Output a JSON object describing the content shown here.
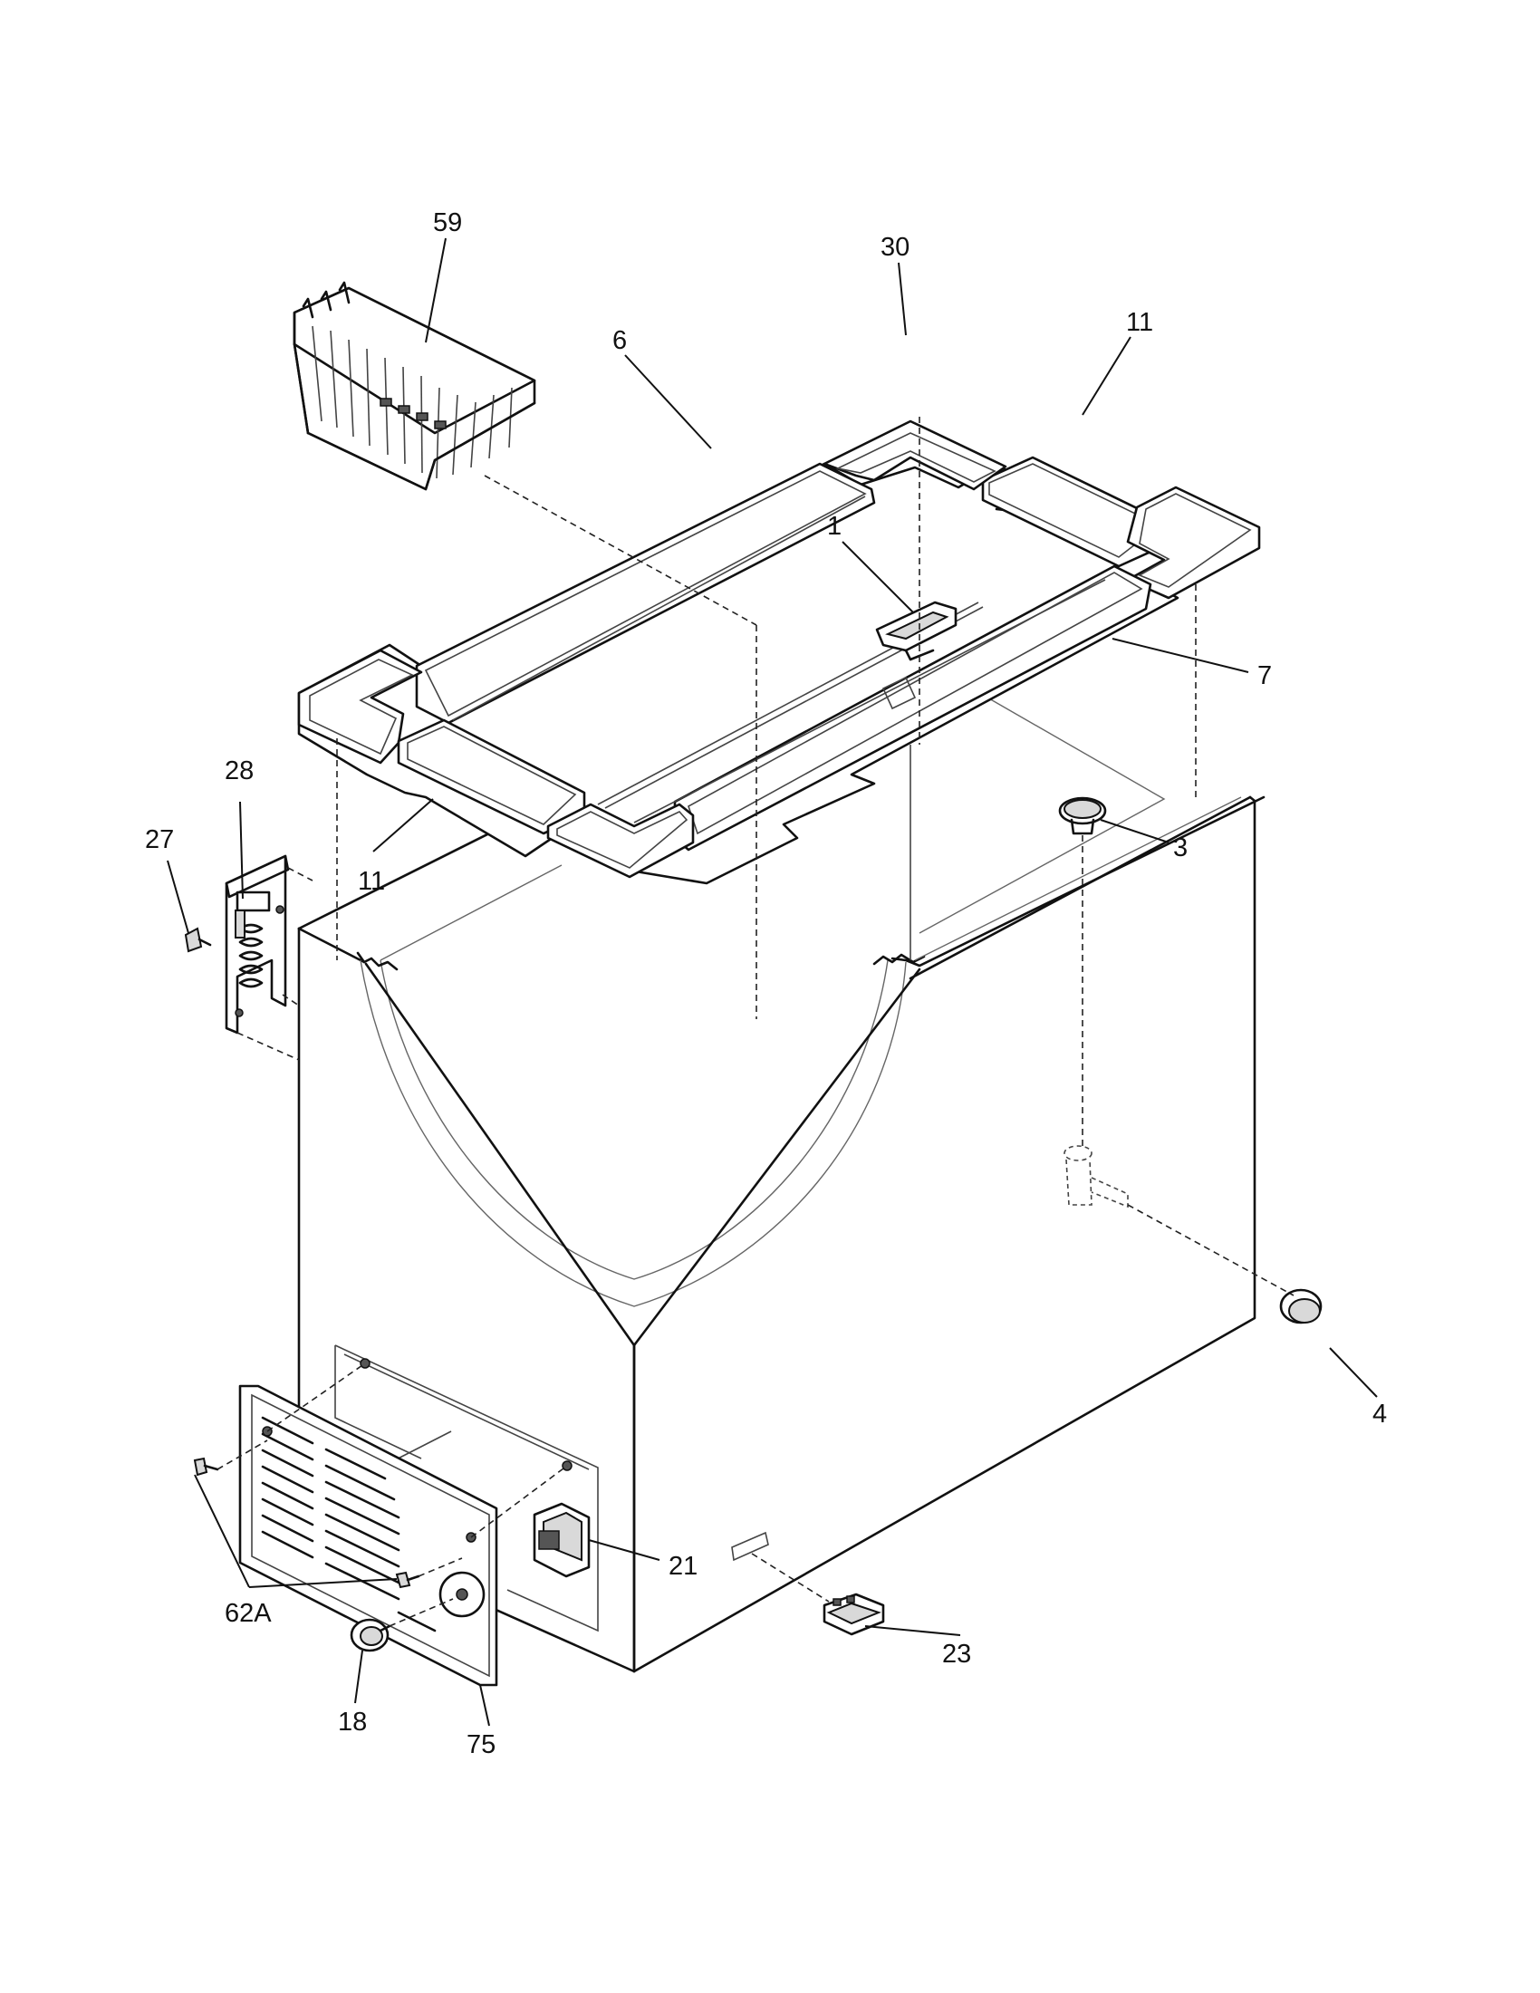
{
  "diagram": {
    "type": "exploded parts diagram",
    "callouts": [
      "59",
      "30",
      "11",
      "6",
      "1",
      "7",
      "28",
      "27",
      "11",
      "3",
      "4",
      "21",
      "62A",
      "23",
      "18",
      "75"
    ]
  }
}
